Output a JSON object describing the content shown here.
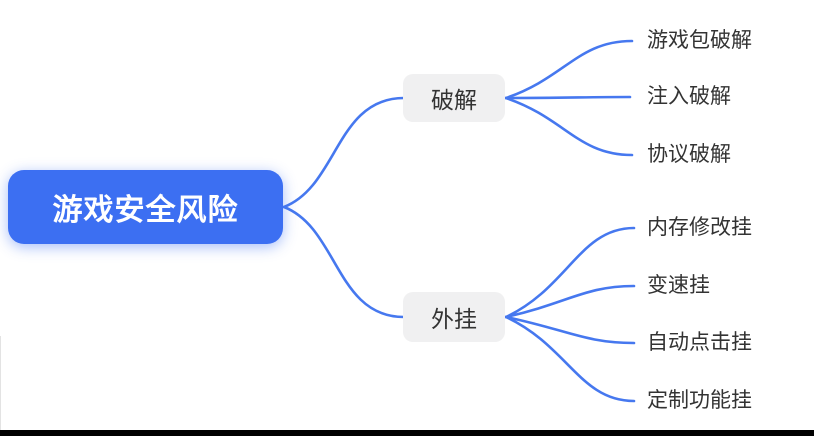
{
  "canvas": {
    "background": "#ffffff",
    "bottom_bar_color": "#000000"
  },
  "colors": {
    "root_bg": "#3c6ff2",
    "root_text": "#ffffff",
    "branch_bg": "#f0f0f1",
    "branch_text": "#333333",
    "leaf_text": "#333333",
    "edge": "#4678ef"
  },
  "mindmap": {
    "root": {
      "label": "游戏安全风险"
    },
    "branches": [
      {
        "label": "破解",
        "children": [
          {
            "label": "游戏包破解"
          },
          {
            "label": "注入破解"
          },
          {
            "label": "协议破解"
          }
        ]
      },
      {
        "label": "外挂",
        "children": [
          {
            "label": "内存修改挂"
          },
          {
            "label": "变速挂"
          },
          {
            "label": "自动点击挂"
          },
          {
            "label": "定制功能挂"
          }
        ]
      }
    ]
  }
}
